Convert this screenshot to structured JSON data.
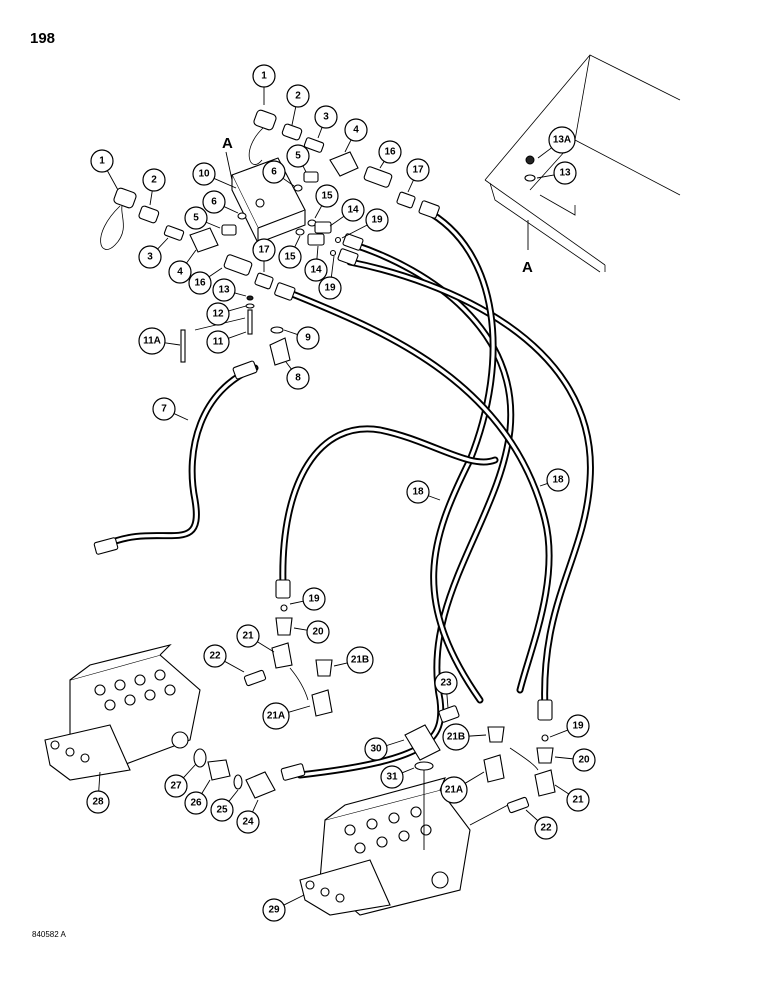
{
  "page": {
    "number": "198",
    "figure_code": "840582 A"
  },
  "view_markers": [
    "A",
    "A"
  ],
  "callouts": [
    {
      "id": "c1a",
      "label": "1"
    },
    {
      "id": "c2a",
      "label": "2"
    },
    {
      "id": "c3a",
      "label": "3"
    },
    {
      "id": "c4a",
      "label": "4"
    },
    {
      "id": "c5a",
      "label": "5"
    },
    {
      "id": "c6a",
      "label": "6"
    },
    {
      "id": "c15a",
      "label": "15"
    },
    {
      "id": "c16a",
      "label": "16"
    },
    {
      "id": "c17a",
      "label": "17"
    },
    {
      "id": "c13a",
      "label": "13A"
    },
    {
      "id": "c13",
      "label": "13"
    },
    {
      "id": "c1b",
      "label": "1"
    },
    {
      "id": "c2b",
      "label": "2"
    },
    {
      "id": "c10",
      "label": "10"
    },
    {
      "id": "c6b",
      "label": "6"
    },
    {
      "id": "c5b",
      "label": "5"
    },
    {
      "id": "c3b",
      "label": "3"
    },
    {
      "id": "c4b",
      "label": "4"
    },
    {
      "id": "c16b",
      "label": "16"
    },
    {
      "id": "c17b",
      "label": "17"
    },
    {
      "id": "c14a",
      "label": "14"
    },
    {
      "id": "c19a",
      "label": "19"
    },
    {
      "id": "c15b",
      "label": "15"
    },
    {
      "id": "c14b",
      "label": "14"
    },
    {
      "id": "c19b",
      "label": "19"
    },
    {
      "id": "c13b",
      "label": "13"
    },
    {
      "id": "c12",
      "label": "12"
    },
    {
      "id": "c11a",
      "label": "11A"
    },
    {
      "id": "c11",
      "label": "11"
    },
    {
      "id": "c9",
      "label": "9"
    },
    {
      "id": "c8",
      "label": "8"
    },
    {
      "id": "c7",
      "label": "7"
    },
    {
      "id": "c18a",
      "label": "18"
    },
    {
      "id": "c18b",
      "label": "18"
    },
    {
      "id": "c19c",
      "label": "19"
    },
    {
      "id": "c20a",
      "label": "20"
    },
    {
      "id": "c21a",
      "label": "21"
    },
    {
      "id": "c21b",
      "label": "21B"
    },
    {
      "id": "c22a",
      "label": "22"
    },
    {
      "id": "c21aa",
      "label": "21A"
    },
    {
      "id": "c23",
      "label": "23"
    },
    {
      "id": "c30",
      "label": "30"
    },
    {
      "id": "c21bb",
      "label": "21B"
    },
    {
      "id": "c31",
      "label": "31"
    },
    {
      "id": "c21ab",
      "label": "21A"
    },
    {
      "id": "c19d",
      "label": "19"
    },
    {
      "id": "c20b",
      "label": "20"
    },
    {
      "id": "c21c",
      "label": "21"
    },
    {
      "id": "c22b",
      "label": "22"
    },
    {
      "id": "c27",
      "label": "27"
    },
    {
      "id": "c26",
      "label": "26"
    },
    {
      "id": "c25",
      "label": "25"
    },
    {
      "id": "c24",
      "label": "24"
    },
    {
      "id": "c28",
      "label": "28"
    },
    {
      "id": "c29",
      "label": "29"
    }
  ]
}
